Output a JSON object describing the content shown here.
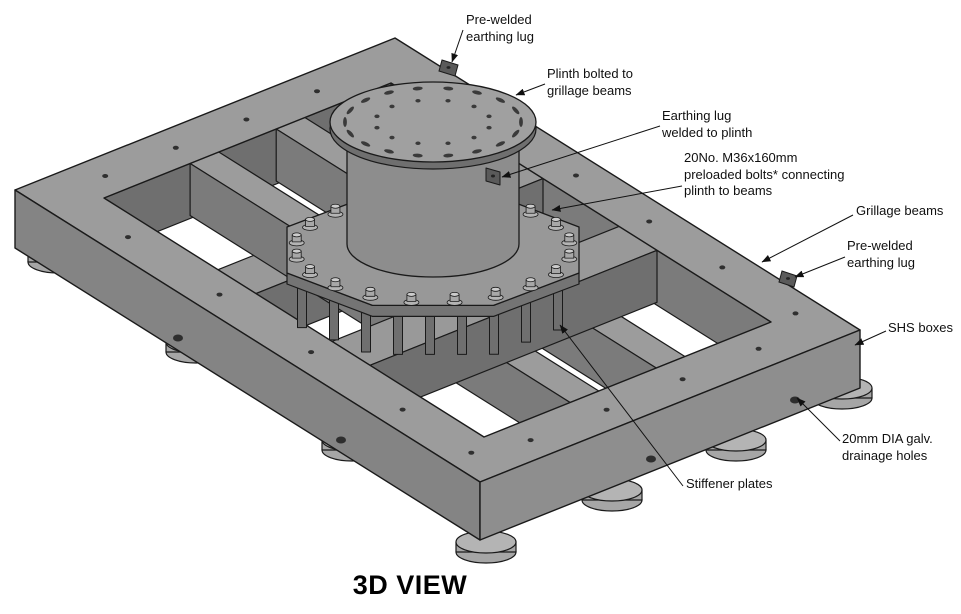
{
  "title": "3D VIEW",
  "labels": {
    "prewelded_lug_top": {
      "lines": [
        "Pre-welded",
        "earthing lug"
      ]
    },
    "plinth_bolted": {
      "lines": [
        "Plinth bolted to",
        "grillage beams"
      ]
    },
    "earthing_lug_plinth": {
      "lines": [
        "Earthing lug",
        "welded to plinth"
      ]
    },
    "preloaded_bolts": {
      "lines": [
        "20No. M36x160mm",
        "preloaded bolts* connecting",
        "plinth to beams"
      ]
    },
    "grillage_beams": {
      "lines": [
        "Grillage beams"
      ]
    },
    "prewelded_lug_right": {
      "lines": [
        "Pre-welded",
        "earthing lug"
      ]
    },
    "shs_boxes": {
      "lines": [
        "SHS boxes"
      ]
    },
    "drainage_holes": {
      "lines": [
        "20mm DIA galv.",
        "drainage holes"
      ]
    },
    "stiffener_plates": {
      "lines": [
        "Stiffener plates"
      ]
    }
  },
  "colors": {
    "background": "#ffffff",
    "steel_top": "#9c9c9c",
    "steel_side": "#868686",
    "steel_inner": "#6f6f6f",
    "outline": "#1a1a1a",
    "text": "#101010"
  }
}
